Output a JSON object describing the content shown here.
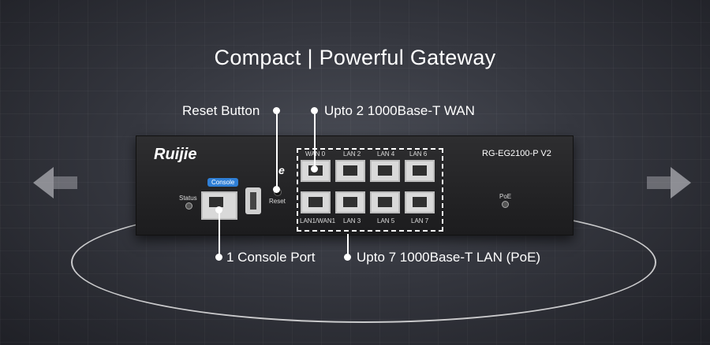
{
  "title": "Compact | Powerful Gateway",
  "callouts": {
    "reset": "Reset Button",
    "wan": "Upto 2 1000Base-T WAN",
    "console": "1 Console Port",
    "lan": "Upto 7 1000Base-T LAN (PoE)"
  },
  "device": {
    "brand": "Ruijie",
    "model": "RG-EG2100-P  V2",
    "labels": {
      "status": "Status",
      "console": "Console",
      "reset": "Reset",
      "poe": "PoE",
      "eg": "e",
      "wan0": "WAN 0",
      "lan2": "LAN 2",
      "lan4": "LAN 4",
      "lan6": "LAN 6",
      "lan1wan1": "LAN1/WAN1",
      "lan3": "LAN 3",
      "lan5": "LAN 5",
      "lan7": "LAN 7"
    }
  },
  "icons": [
    "arrow-left-icon",
    "arrow-right-icon",
    "usb-icon"
  ]
}
